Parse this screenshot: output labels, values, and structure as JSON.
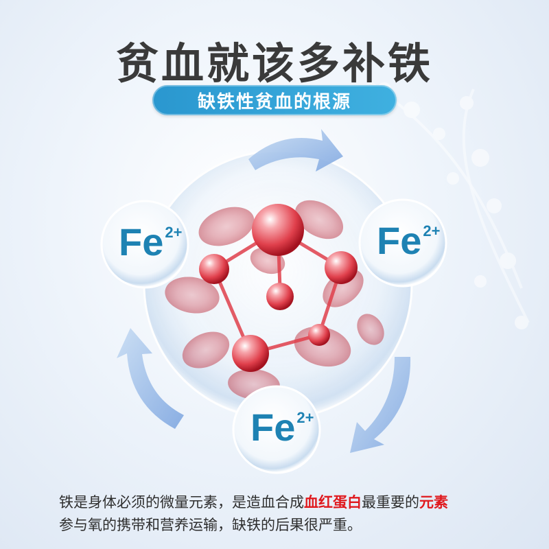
{
  "title": "贫血就该多补铁",
  "subtitle": "缺铁性贫血的根源",
  "fe_bubbles": [
    {
      "symbol": "Fe",
      "charge": "2+"
    },
    {
      "symbol": "Fe",
      "charge": "2+"
    },
    {
      "symbol": "Fe",
      "charge": "2+"
    }
  ],
  "caption": {
    "line1_part1": "铁是身体必须的微量元素，是造血合成",
    "line1_highlight1": "血红蛋白",
    "line1_part2": "最重要的",
    "line1_highlight2": "元素",
    "line2": "参与氧的携带和营养运输，缺铁的后果很严重。"
  },
  "colors": {
    "title": "#3a3a3a",
    "pill": "#2a97cf",
    "fe_text": "#1e82b3",
    "arrow": "#8fb5e8",
    "molecule": "#e0404c",
    "highlight": "#e0191e"
  }
}
